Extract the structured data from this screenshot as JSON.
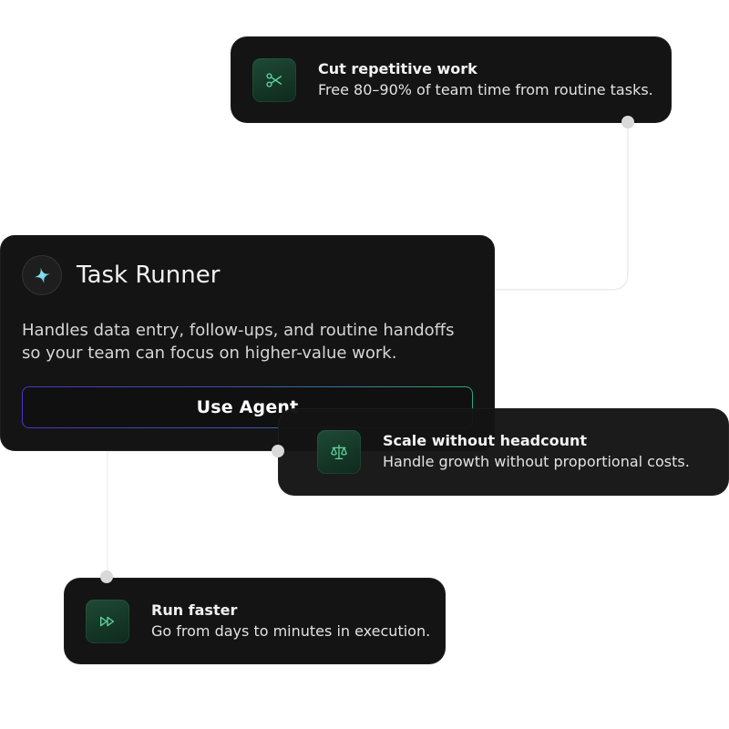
{
  "agent": {
    "name": "Task Runner",
    "description": "Handles data entry, follow-ups, and routine handoffs so your team can focus on higher-value work.",
    "button_label": "Use Agent",
    "logo_icon": "sparkle-icon",
    "logo_color": "#7fe3f2"
  },
  "benefits": [
    {
      "icon": "scissors-icon",
      "title": "Cut repetitive work",
      "description": "Free 80–90% of team time from routine tasks."
    },
    {
      "icon": "scale-icon",
      "title": "Scale without headcount",
      "description": "Handle growth without proportional costs."
    },
    {
      "icon": "fast-forward-icon",
      "title": "Run faster",
      "description": "Go from days to minutes in execution."
    }
  ],
  "colors": {
    "card_background": "#141414",
    "icon_tile": "#1a3d2c",
    "icon_stroke": "#5fd39a",
    "connector": "#ececec",
    "connector_dot": "#d9d9d9",
    "button_gradient_start": "#4a35c8",
    "button_gradient_end": "#2fa77a"
  }
}
